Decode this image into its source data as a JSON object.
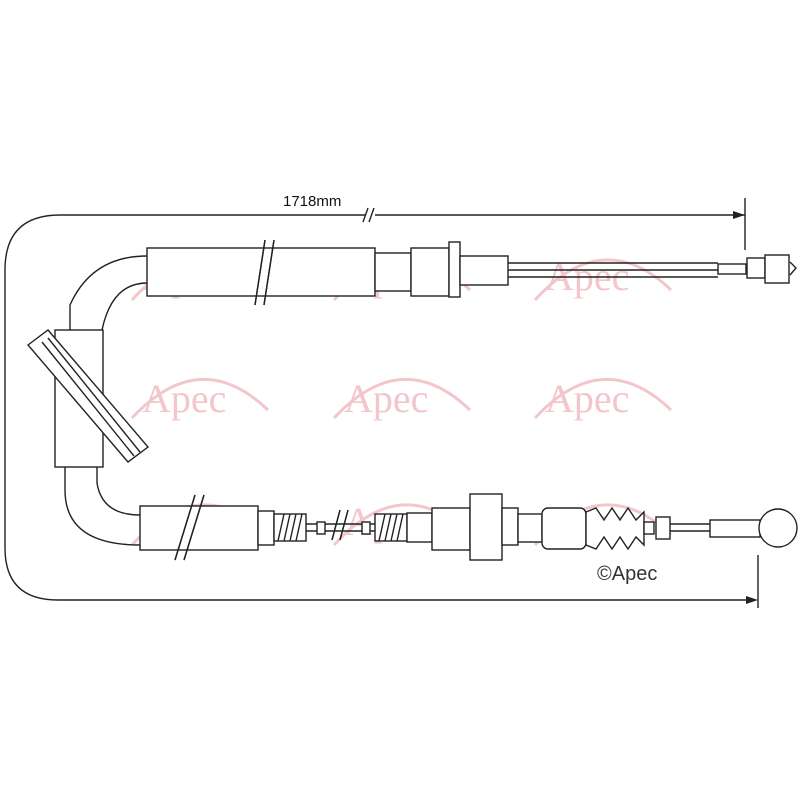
{
  "diagram": {
    "dimension_label": "1718mm",
    "copyright_label": "©Apec",
    "watermark_text": "Apec",
    "colors": {
      "line": "#222222",
      "watermark": "#f3c6cc"
    }
  }
}
